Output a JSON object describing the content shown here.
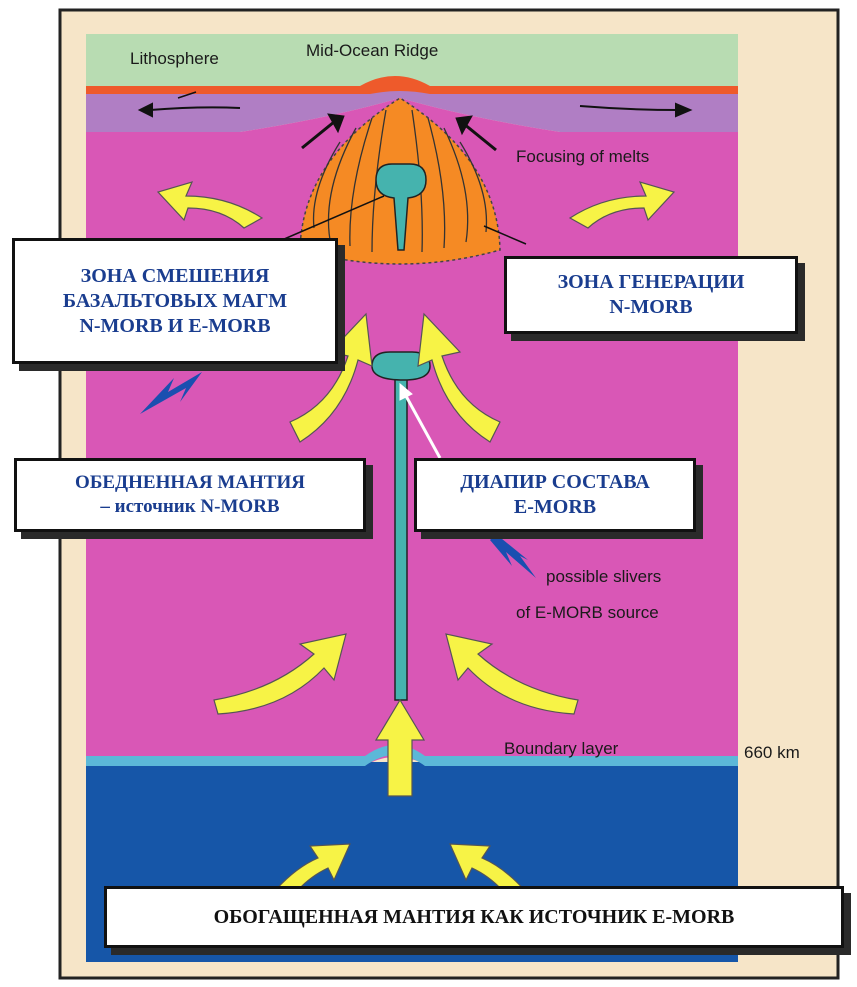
{
  "labels": {
    "lithosphere": "Lithosphere",
    "ridge": "Mid-Ocean Ridge",
    "focusing": "Focusing of melts",
    "slivers_line1": "possible slivers",
    "slivers_line2": "of E-MORB source",
    "boundary": "Boundary layer",
    "depth": "660 km"
  },
  "boxes": {
    "mixing_zone": [
      "ЗОНА СМЕШЕНИЯ",
      "БАЗАЛЬТОВЫХ МАГМ",
      "N-MORB И E-MORB"
    ],
    "generation_zone": [
      "ЗОНА ГЕНЕРАЦИИ",
      "N-MORB"
    ],
    "depleted_mantle": [
      "ОБЕДНЕННАЯ МАНТИЯ",
      "– источник N-MORB"
    ],
    "diapir": [
      "ДИАПИР СОСТАВА",
      "E-MORB"
    ],
    "enriched_mantle": [
      "ОБОГАЩЕННАЯ МАНТИЯ КАК ИСТОЧНИК E-MORB"
    ]
  },
  "colors": {
    "frame_background": "#f6e5c8",
    "lithosphere": "#b8dcb2",
    "crust": "#ee5a2b",
    "lower_lithosphere": "#b07ec4",
    "upper_mantle": "#d957b6",
    "lower_mantle": "#1656a8",
    "boundary_layer": "#5cb8d8",
    "melt_zone": "#f58a24",
    "diapir": "#45b3ae",
    "arrows": "#f7f346",
    "box_text": "#1a3d8f"
  }
}
